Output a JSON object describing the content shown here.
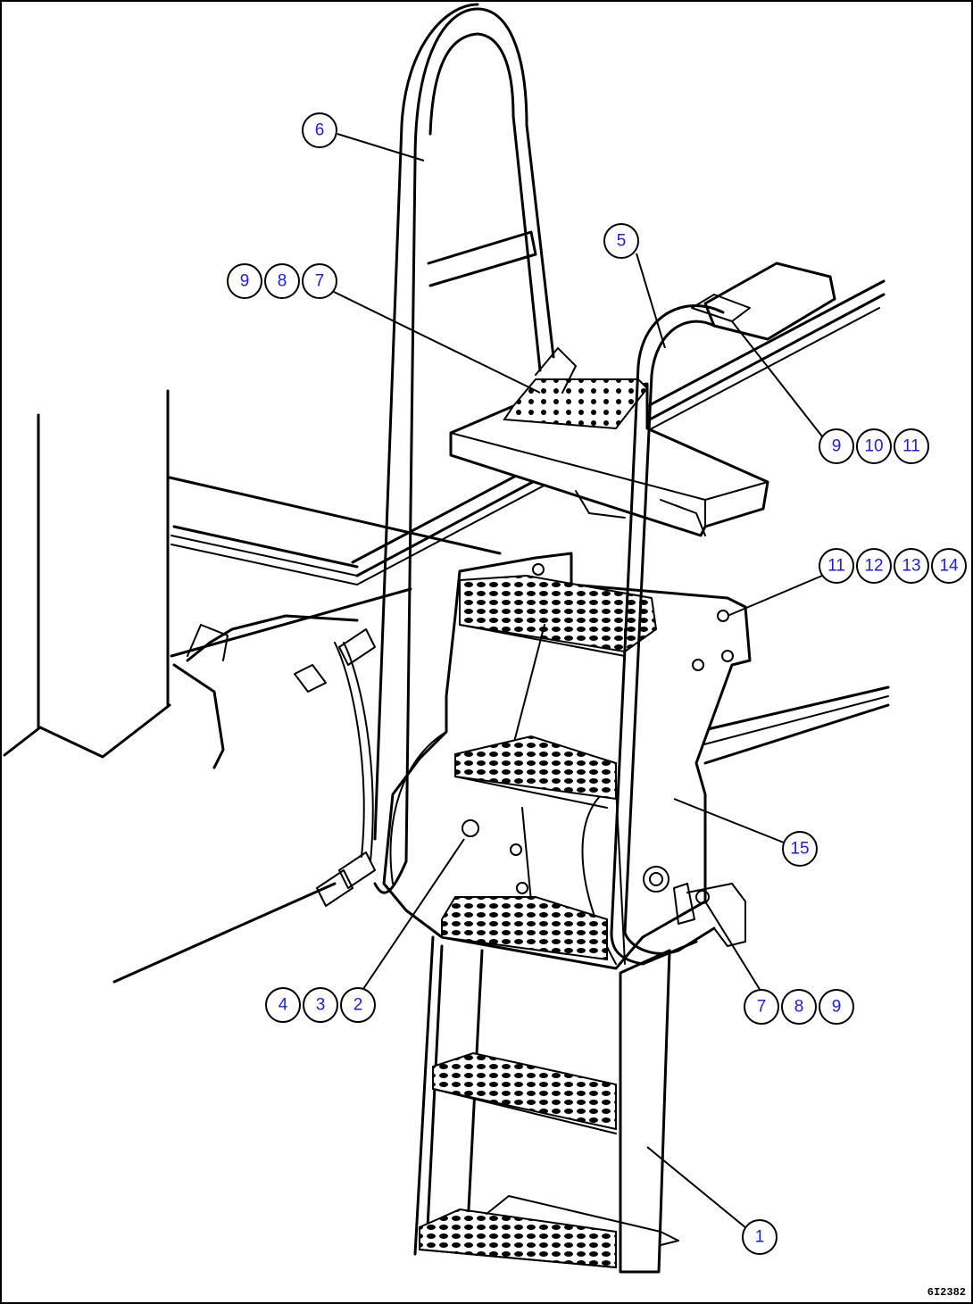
{
  "drawing_code": "6I2382",
  "colors": {
    "callout_number": "#1a1aff",
    "line": "#000000",
    "background": "#ffffff"
  },
  "callouts": [
    {
      "id": "c6",
      "numbers": [
        "6"
      ]
    },
    {
      "id": "c5",
      "numbers": [
        "5"
      ]
    },
    {
      "id": "c987",
      "numbers": [
        "9",
        "8",
        "7"
      ]
    },
    {
      "id": "c91011",
      "numbers": [
        "9",
        "10",
        "11"
      ]
    },
    {
      "id": "c11121314",
      "numbers": [
        "11",
        "12",
        "13",
        "14"
      ]
    },
    {
      "id": "c15",
      "numbers": [
        "15"
      ]
    },
    {
      "id": "c432",
      "numbers": [
        "4",
        "3",
        "2"
      ]
    },
    {
      "id": "c789",
      "numbers": [
        "7",
        "8",
        "9"
      ]
    },
    {
      "id": "c1",
      "numbers": [
        "1"
      ]
    }
  ]
}
